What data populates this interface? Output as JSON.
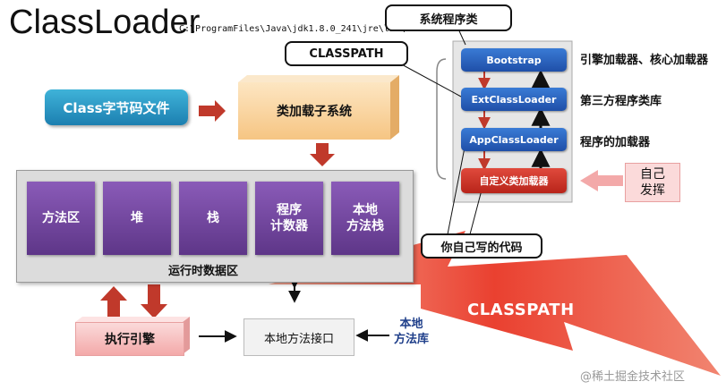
{
  "title": "ClassLoader",
  "ext_path": "C:\\ProgramFiles\\Java\\jdk1.8.0_241\\jre\\lib\\ext",
  "callouts": {
    "system_classes": "系统程序类",
    "classpath": "CLASSPATH",
    "your_code": "你自己写的代码"
  },
  "loaders": {
    "bootstrap": "Bootstrap",
    "ext": "ExtClassLoader",
    "app": "AppClassLoader",
    "custom": "自定义类加载器"
  },
  "loader_labels": {
    "bootstrap": "引擎加载器、核心加载器",
    "ext": "第三方程序类库",
    "app": "程序的加载器"
  },
  "self_develop": "自己\n发挥",
  "class_file": "Class字节码文件",
  "loader_subsystem": "类加载子系统",
  "runtime": {
    "label": "运行时数据区",
    "areas": [
      "方法区",
      "堆",
      "栈",
      "程序\n计数器",
      "本地\n方法栈"
    ]
  },
  "exec_engine": "执行引擎",
  "native_interface": "本地方法接口",
  "native_lib": "本地\n方法库",
  "classpath_zigzag": "CLASSPATH",
  "watermark": "@稀土掘金技术社区",
  "colors": {
    "blue": "#1f4fa8",
    "red": "#c0392b",
    "purple": "#6a3f98",
    "cyan": "#1c7fb0",
    "orange": "#f6c583",
    "zigzag": "#e8301e"
  }
}
